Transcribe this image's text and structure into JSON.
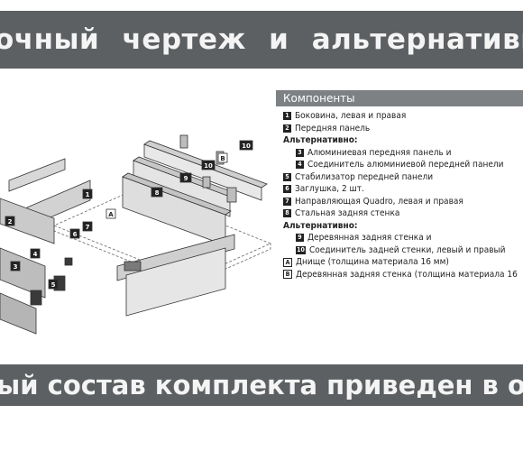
{
  "banner_top": "очный  чертеж  и  альтернативная  комплект",
  "banner_bottom": "ый состав комплекта приведен в описании то",
  "panel": {
    "title": "Компоненты",
    "items": [
      {
        "badge": "1",
        "text": "Боковина, левая и правая",
        "style": "num",
        "indent": false
      },
      {
        "badge": "2",
        "text": "Передняя панель",
        "style": "num",
        "indent": false
      },
      {
        "badge": "",
        "text": "Альтернативно:",
        "style": "alt",
        "indent": false
      },
      {
        "badge": "3",
        "text": "Алюминиевая передняя панель и",
        "style": "num",
        "indent": true
      },
      {
        "badge": "4",
        "text": "Соединитель алюминиевой передней панели",
        "style": "num",
        "indent": true
      },
      {
        "badge": "5",
        "text": "Стабилизатор передней панели",
        "style": "num",
        "indent": false
      },
      {
        "badge": "6",
        "text": "Заглушка, 2 шт.",
        "style": "num",
        "indent": false
      },
      {
        "badge": "7",
        "text": "Направляющая Quadro, левая и правая",
        "style": "num",
        "indent": false
      },
      {
        "badge": "8",
        "text": "Стальная задняя стенка",
        "style": "num",
        "indent": false
      },
      {
        "badge": "",
        "text": "Альтернативно:",
        "style": "alt",
        "indent": false
      },
      {
        "badge": "9",
        "text": "Деревянная задняя стенка и",
        "style": "num",
        "indent": true
      },
      {
        "badge": "10",
        "text": "Соединитель задней стенки, левый и правый",
        "style": "num",
        "indent": true
      },
      {
        "badge": "A",
        "text": "Днище (толщина материала 16 мм)",
        "style": "box",
        "indent": false
      },
      {
        "badge": "B",
        "text": "Деревянная задняя стенка (толщина материала 16",
        "style": "box",
        "indent": false
      }
    ]
  },
  "callouts": [
    "1",
    "2",
    "3",
    "4",
    "5",
    "6",
    "7",
    "8",
    "9",
    "10",
    "10",
    "A",
    "B"
  ]
}
